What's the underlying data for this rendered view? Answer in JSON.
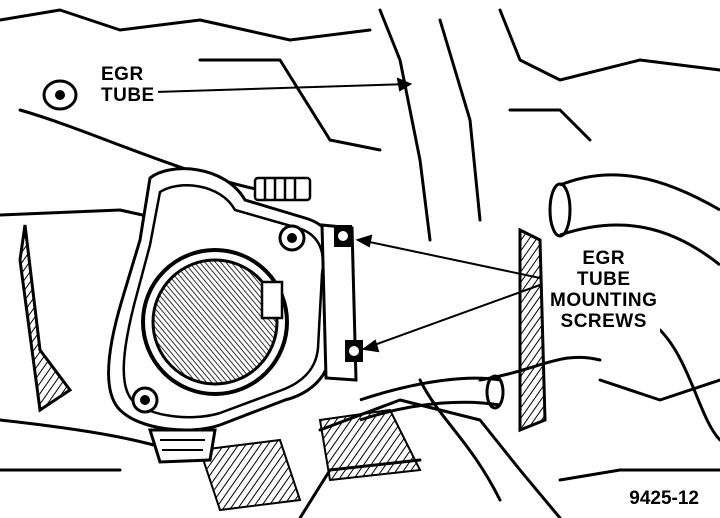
{
  "labels": {
    "egr_tube": [
      "EGR",
      "TUBE"
    ],
    "mounting_screws": [
      "EGR",
      "TUBE",
      "MOUNTING",
      "SCREWS"
    ]
  },
  "figure_number": "9425-12",
  "colors": {
    "ink": "#000000",
    "paper": "#ffffff"
  }
}
